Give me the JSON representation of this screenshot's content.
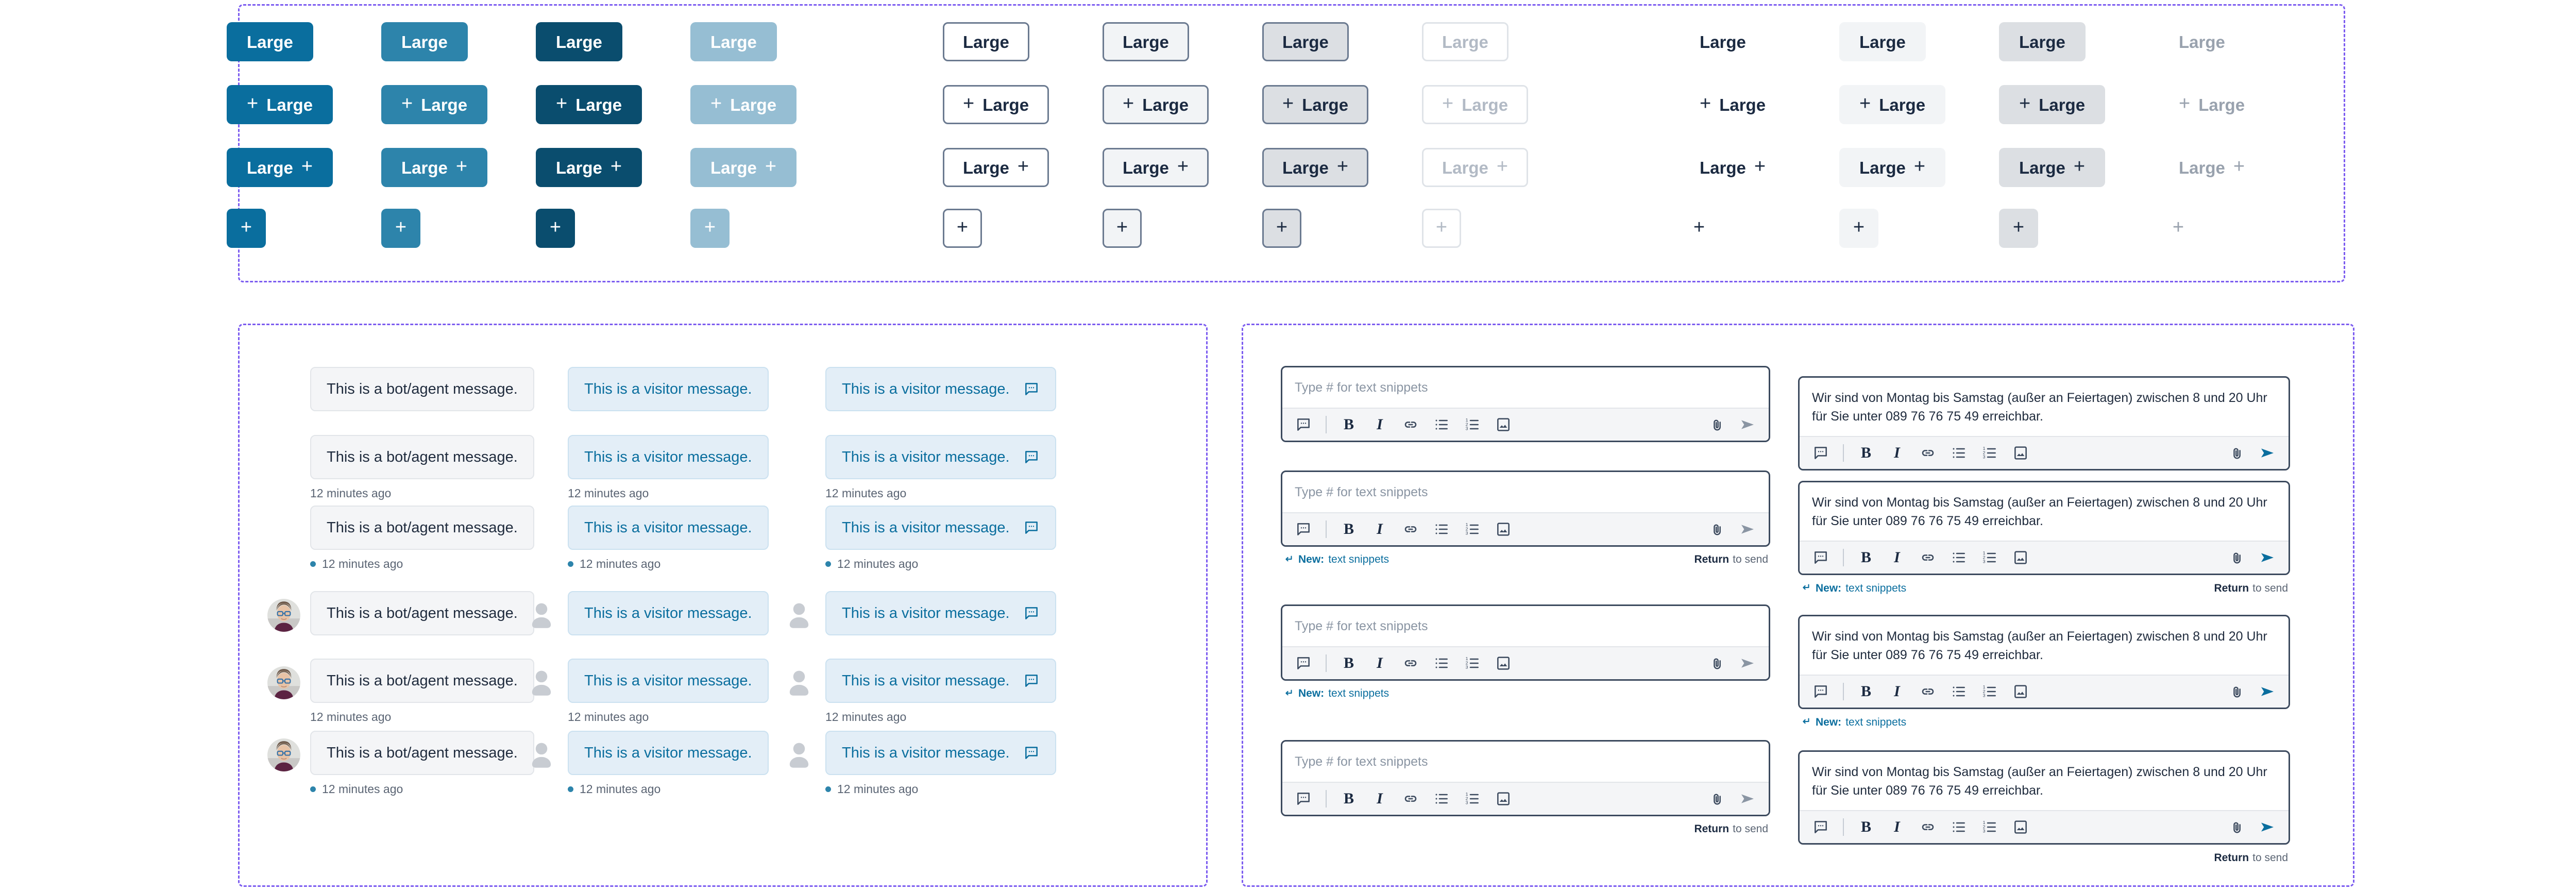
{
  "buttons": {
    "label": "Large",
    "plus_icon": "plus-icon",
    "colors": {
      "primary_default": "#0a6e9e",
      "primary_hover": "#2d84ab",
      "primary_active": "#0a4d6e",
      "primary_disabled": "#96bed3",
      "secondary_border": "#6b7a90",
      "secondary_hover_bg": "#f2f4f6",
      "secondary_active_bg": "#dcdfe3",
      "text_dark": "#1b2a41",
      "text_disabled": "#99a2ae"
    },
    "variants": [
      "primary",
      "secondary",
      "tertiary"
    ],
    "states": [
      "default",
      "hover",
      "active",
      "disabled"
    ],
    "rows": [
      {
        "name": "text-only",
        "icon": "none"
      },
      {
        "name": "leading-icon",
        "icon": "leading"
      },
      {
        "name": "trailing-icon",
        "icon": "trailing"
      },
      {
        "name": "icon-only",
        "icon": "only"
      }
    ]
  },
  "messages": {
    "bot_text": "This is a bot/agent message.",
    "visitor_text": "This is a visitor message.",
    "timestamp": "12 minutes ago",
    "bubble_icon": "chat-bubble-icon",
    "avatar_agent": "agent-avatar-photo",
    "avatar_visitor": "visitor-avatar-placeholder-icon",
    "colors": {
      "bot_bg": "#f4f5f7",
      "bot_border": "#e2e5e9",
      "bot_text": "#1f2b3d",
      "visitor_bg": "#e3eef7",
      "visitor_border": "#cbe1f0",
      "visitor_text": "#0a6e9e",
      "meta_text": "#5a6473",
      "meta_dot": "#2d84ab"
    },
    "columns": [
      {
        "key": "bot",
        "kind": "bot",
        "has_icon": false
      },
      {
        "key": "visitor",
        "kind": "visitor",
        "has_icon": false
      },
      {
        "key": "visitor-icon",
        "kind": "visitor",
        "has_icon": true
      }
    ],
    "rows": [
      {
        "avatar": false,
        "meta": "none"
      },
      {
        "avatar": false,
        "meta": "plain"
      },
      {
        "avatar": false,
        "meta": "dot"
      },
      {
        "avatar": true,
        "meta": "none"
      },
      {
        "avatar": true,
        "meta": "plain"
      },
      {
        "avatar": true,
        "meta": "dot"
      }
    ]
  },
  "composer": {
    "placeholder": "Type # for text snippets",
    "filled_text": "Wir sind von Montag bis Samstag (außer an Feiertagen) zwischen 8 und 20 Uhr für Sie unter 089 76 76 75 49 erreichbar.",
    "toolbar": [
      {
        "name": "snippet-bubble-icon",
        "glyph": "bubble"
      },
      {
        "name": "toolbar-divider",
        "glyph": "divider"
      },
      {
        "name": "bold-icon",
        "glyph": "B"
      },
      {
        "name": "italic-icon",
        "glyph": "I"
      },
      {
        "name": "link-icon",
        "glyph": "link"
      },
      {
        "name": "bulleted-list-icon",
        "glyph": "ul"
      },
      {
        "name": "numbered-list-icon",
        "glyph": "ol"
      },
      {
        "name": "image-icon",
        "glyph": "image"
      }
    ],
    "attach_icon": "attachment-paperclip-icon",
    "send_icon": "send-arrow-icon",
    "helper": {
      "new_prefix_icon": "enter-return-arrow-icon",
      "new_label_strong": "New:",
      "new_label": "text snippets",
      "return_strong": "Return",
      "return_rest": "to send"
    },
    "colors": {
      "border": "#3c4a5e",
      "toolbar_bg": "#f4f5f7",
      "placeholder": "#8a95a3",
      "send_active": "#0a6e9e",
      "send_inactive": "#8a95a3",
      "link_blue": "#0a6e9e"
    },
    "rows": [
      {
        "helper_left": false,
        "helper_right": false
      },
      {
        "helper_left": true,
        "helper_right": true
      },
      {
        "helper_left": true,
        "helper_right": false
      },
      {
        "helper_left": false,
        "helper_right": true
      }
    ],
    "columns": [
      {
        "key": "empty",
        "state": "placeholder"
      },
      {
        "key": "filled",
        "state": "filled"
      }
    ]
  }
}
